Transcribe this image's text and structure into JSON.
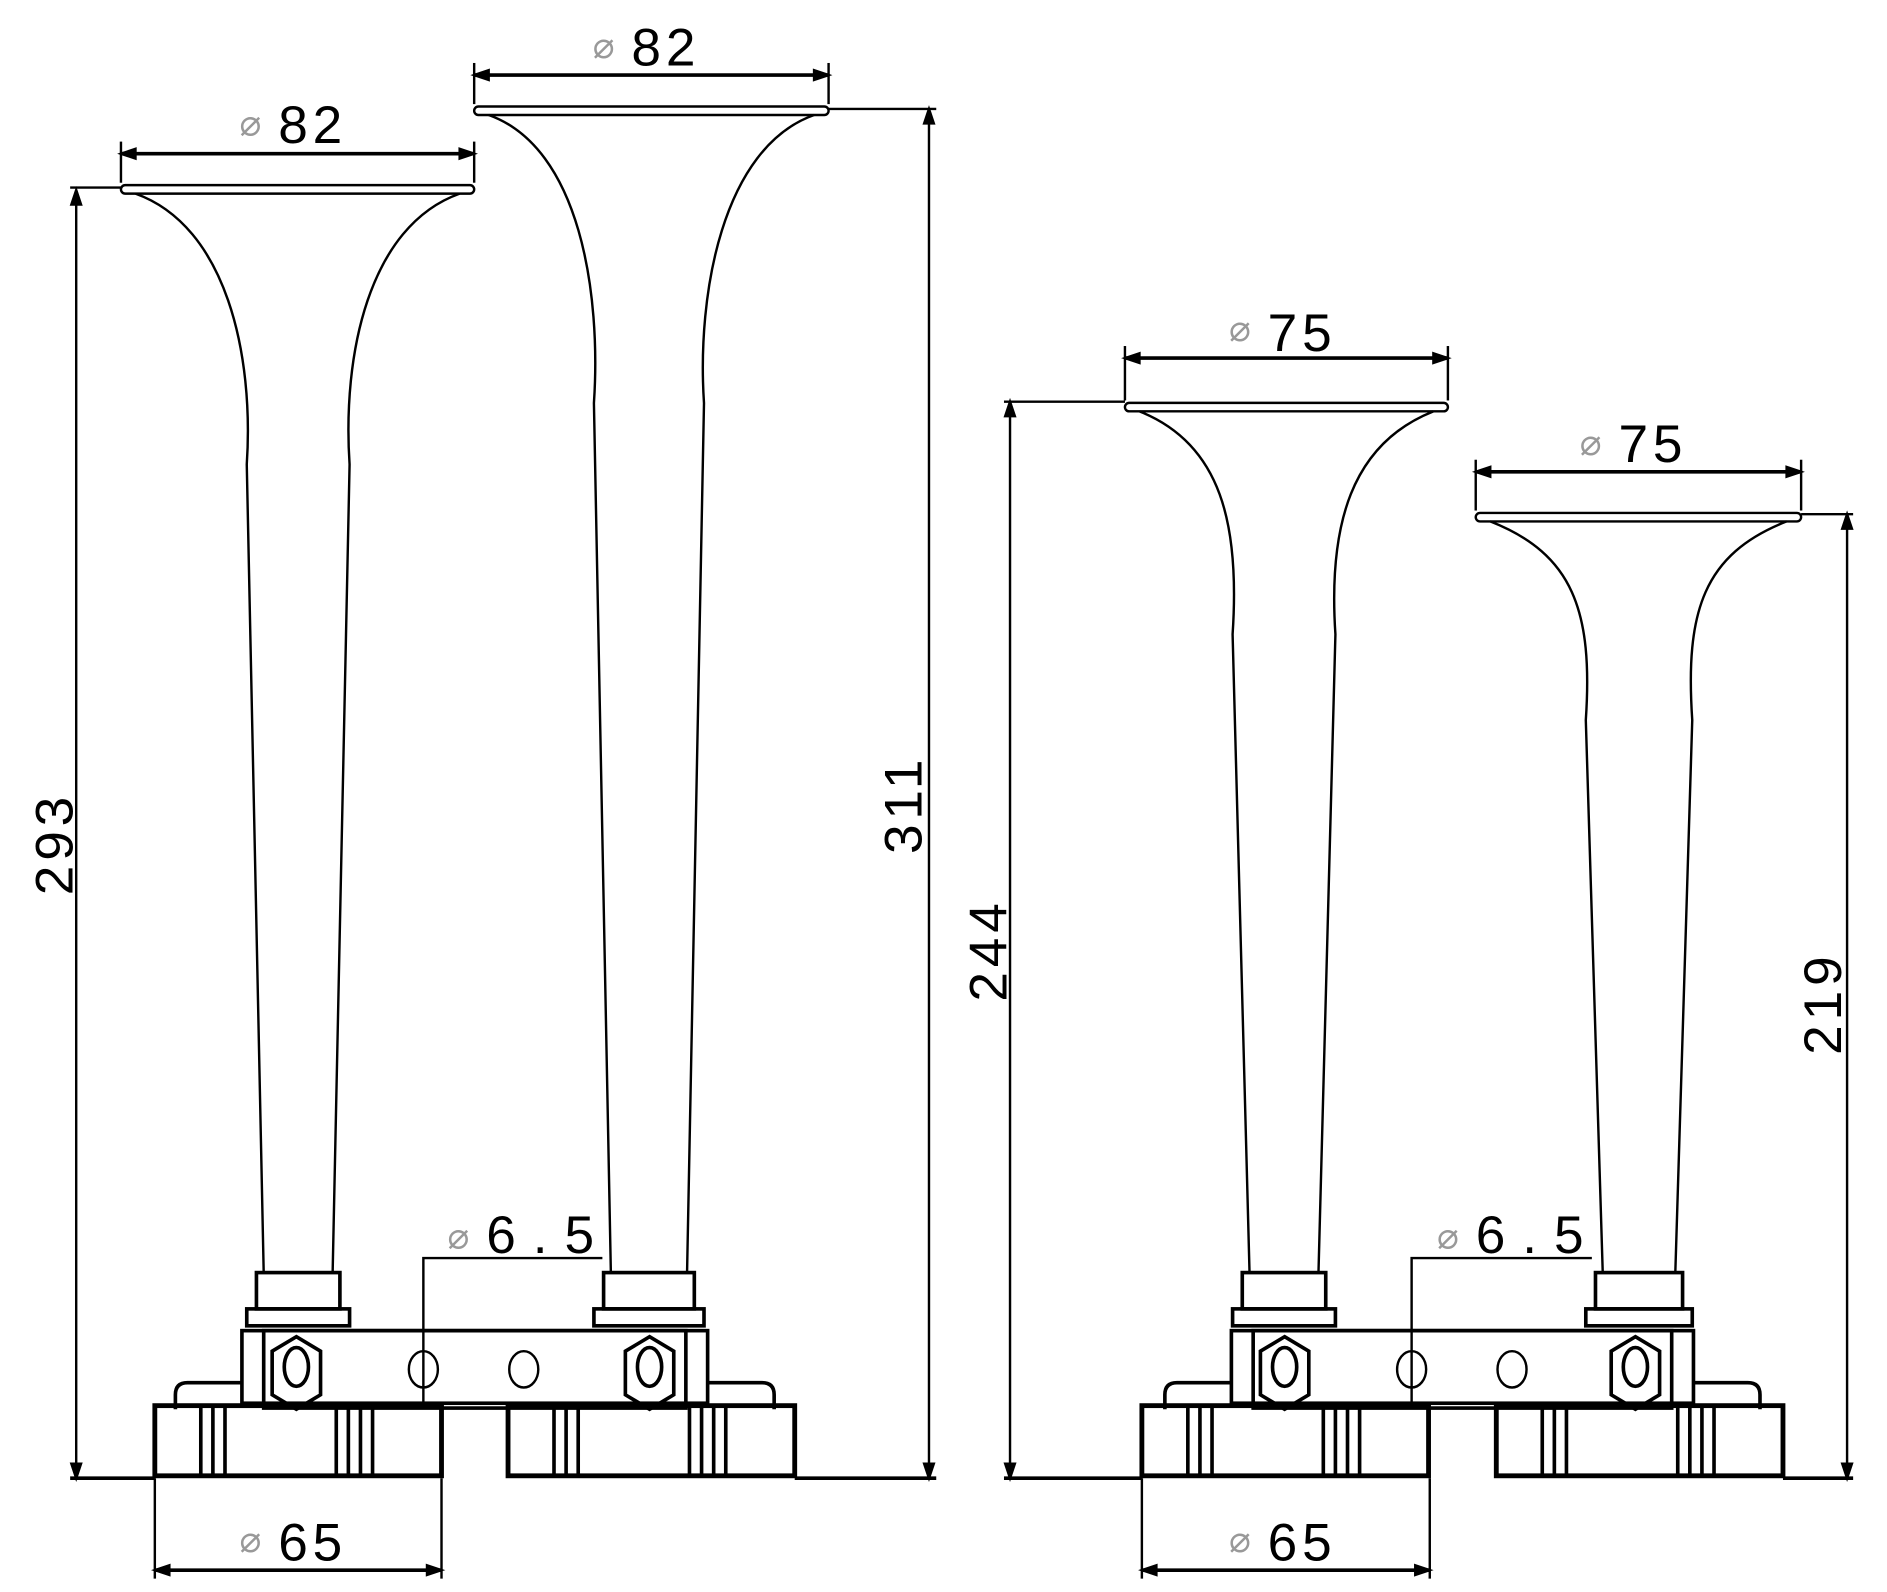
{
  "phi_symbol": "⌀",
  "left_set": {
    "horn_a": {
      "diameter": "82",
      "height": "293"
    },
    "horn_b": {
      "diameter": "82",
      "height": "311"
    },
    "mount_hole": "6.5",
    "base_diameter": "65"
  },
  "right_set": {
    "horn_a": {
      "diameter": "75",
      "height": "244"
    },
    "horn_b": {
      "diameter": "75",
      "height": "219"
    },
    "mount_hole": "6.5",
    "base_diameter": "65"
  }
}
